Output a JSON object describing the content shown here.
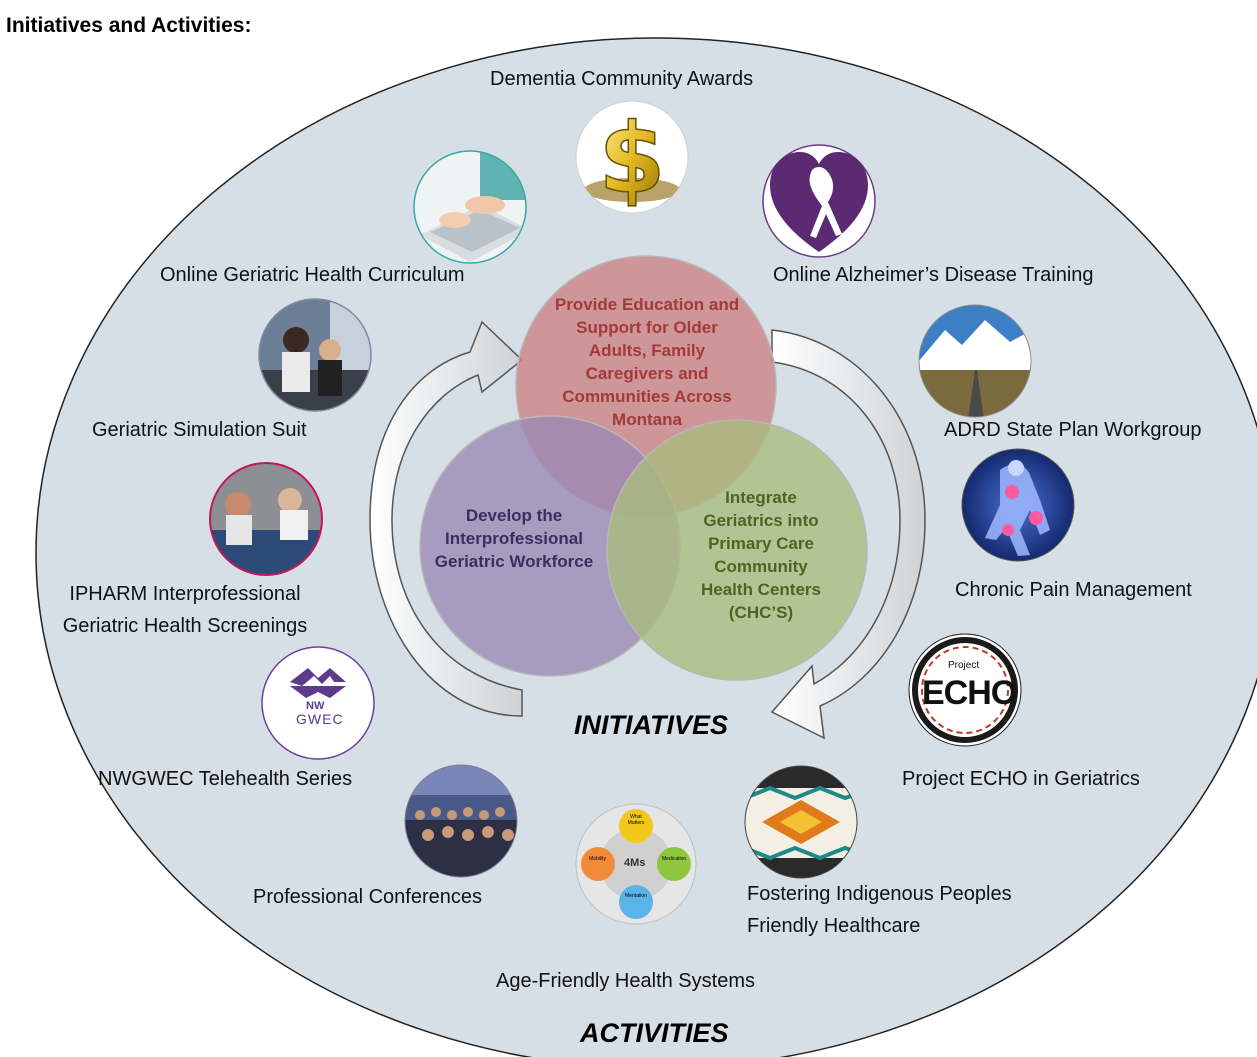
{
  "header": {
    "title": "Initiatives and Activities:"
  },
  "venn": {
    "top": "Provide Education and Support for Older Adults, Family Caregivers and Communities Across Montana",
    "left": "Develop the Interprofessional Geriatric Workforce",
    "right": "Integrate Geriatrics into Primary Care Community Health Centers (CHC’S)"
  },
  "center_label": "INITIATIVES",
  "outer_label": "ACTIVITIES",
  "activities": {
    "dementia_awards": {
      "label": "Dementia Community Awards",
      "icon": "dollar-sign-icon"
    },
    "online_curriculum": {
      "label": "Online Geriatric Health Curriculum",
      "icon": "laptop-typing-photo"
    },
    "alzheimers_training": {
      "label": "Online Alzheimer’s Disease Training",
      "icon": "awareness-ribbon-heart-icon"
    },
    "simulation": {
      "label": "Geriatric Simulation Suit",
      "icon": "simulation-photo"
    },
    "adrd": {
      "label": "ADRD State Plan Workgroup",
      "icon": "mountain-road-photo"
    },
    "ipharm_line1": "IPHARM Interprofessional",
    "ipharm_line2": "Geriatric Health Screenings",
    "chronic_pain": {
      "label": "Chronic Pain Management",
      "icon": "pain-body-icon"
    },
    "nwgwec": {
      "label": "NWGWEC Telehealth Series",
      "logo_line1": "NW",
      "logo_line2": "GWEC"
    },
    "echo": {
      "label": "Project ECHO in Geriatrics",
      "logo_small": "Project",
      "logo_big": "ECHO"
    },
    "conferences": {
      "label": "Professional Conferences",
      "icon": "conference-audience-photo"
    },
    "indigenous_line1": "Fostering Indigenous Peoples",
    "indigenous_line2": "Friendly Healthcare",
    "age_friendly": {
      "label": "Age-Friendly Health Systems",
      "center": "4Ms",
      "m1": "What Matters",
      "m2": "Medication",
      "m3": "Mentation",
      "m4": "Mobility"
    }
  },
  "colors": {
    "ellipse_fill": "#d7dfe6",
    "venn_top": "#cd8a8a",
    "venn_left": "#9b88b5",
    "venn_right": "#a9bd7c",
    "venn_top_text": "#a23a3a",
    "venn_left_text": "#3d2d5e",
    "venn_right_text": "#4f6420"
  }
}
